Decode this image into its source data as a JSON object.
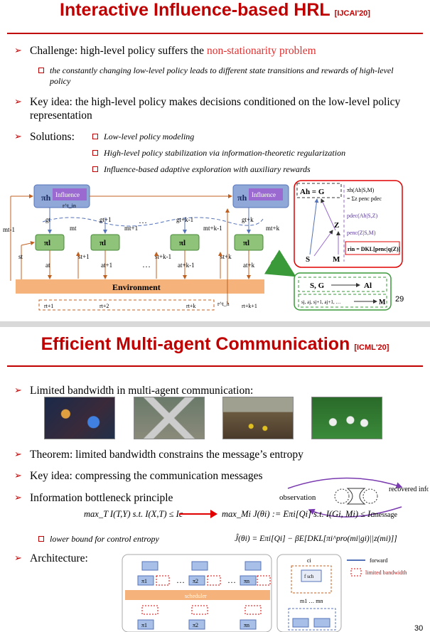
{
  "slide1": {
    "title": "Interactive Influence-based HRL",
    "venue": "[IJCAI'20]",
    "bullets": {
      "challenge_prefix": "Challenge: high-level policy suffers the ",
      "challenge_highlight": "non-stationarity problem",
      "challenge_sub": "the constantly changing low-level policy leads to different state transitions and rewards of high-level policy",
      "key_idea": "Key idea: the high-level policy makes decisions conditioned on the low-level policy representation",
      "solutions_label": "Solutions:",
      "solutions": [
        "Low-level policy modeling",
        "High-level policy stabilization via information-theoretic regularization",
        "Influence-based adaptive exploration with auxiliary rewards"
      ]
    },
    "diagram": {
      "influence_label": "Influence",
      "environment_label": "Environment",
      "high_policy": "πh",
      "low_policy": "πl",
      "r_in": "r^t_in",
      "r_h": "r^t_h",
      "goals": [
        "gt",
        "gt+1",
        "gt+k-1",
        "gt+k"
      ],
      "msgs": [
        "mt-1",
        "mt",
        "mt+1",
        "mt+k-1",
        "mt+k"
      ],
      "states": [
        "st",
        "st+1",
        "st+k-1",
        "st+k"
      ],
      "actions": [
        "at",
        "at+1",
        "at+k-1",
        "at+k"
      ],
      "rewards": [
        "rt+1",
        "rt+2",
        "rt+k",
        "rt+k+1"
      ],
      "ellipsis": "…",
      "graph_labels": {
        "ah_g": "Ah = G",
        "z": "Z",
        "s": "S",
        "m": "M",
        "formula_pi": "πh(Ah|S,M)",
        "formula_sum": "= Σz penc pdec",
        "formula_dec": "pdec(Ah|S,Z)",
        "formula_enc": "penc(Z|S,M)",
        "formula_rin": "rin = DKL[penc|q(Z)]"
      },
      "lower_box": {
        "sg": "S, G",
        "al": "Al",
        "seq": "sj, aj, sj+1, aj+1, …",
        "m": "M"
      }
    },
    "page_number": "29"
  },
  "slide2": {
    "title": "Efficient Multi-agent Communication",
    "venue": "[ICML'20]",
    "bullets": [
      "Limited bandwidth in multi-agent communication:",
      "Theorem: limited bandwidth constrains the message’s entropy",
      "Key idea: compressing the communication messages",
      "Information bottleneck principle",
      "Architecture:"
    ],
    "ib_diagram": {
      "observation": "observation",
      "recovered": "recovered information",
      "message": "message"
    },
    "formula_ib_left": "max_T I(T,Y)  s.t.  I(X,T) ≤ Ic",
    "formula_ib_right": "max_Mi J(θi) := Eπi[Qi]  s.t.  I(Gi, Mi) ≤ Ic",
    "sub_bullet": "lower bound for control entropy",
    "formula_lb": "Ĵ(θi) = Eπi[Qi] − βE[DKL[πi^pro(mi|gi)||z(mi)]]",
    "architecture": {
      "scheduler": "scheduler",
      "legend_forward": "forward",
      "legend_limited": "limited bandwidth",
      "pi_labels": [
        "π1",
        "π2",
        "πn"
      ],
      "ci": "ci",
      "mi_seq": "m1 … mn",
      "fsch": "f sch",
      "ellipsis": "…"
    },
    "page_number": "30"
  },
  "colors": {
    "title_red": "#c00000",
    "highlight_red": "#e03030",
    "env_orange": "#f5b27a",
    "policy_green": "#8fc37a",
    "high_blue": "#8fa8d8",
    "influence_purple": "#9a6ad0",
    "arrow_orange": "#c06020",
    "arrow_blue": "#5573b8",
    "graph_box_red": "#e00000",
    "lower_box_green": "#3a9a3a"
  }
}
